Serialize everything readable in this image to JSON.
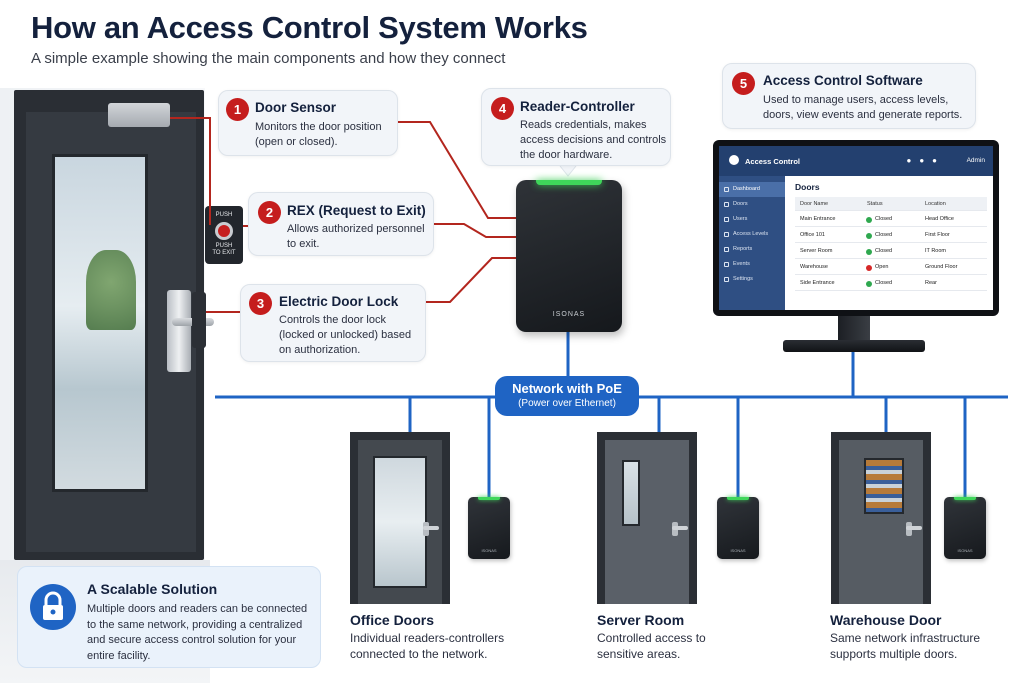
{
  "header": {
    "title": "How an Access Control System Works",
    "subtitle": "A simple example showing the main components and how they connect"
  },
  "callouts": [
    {
      "number": "1",
      "title": "Door Sensor",
      "description": "Monitors the door position\n(open or closed)."
    },
    {
      "number": "2",
      "title": "REX (Request to Exit)",
      "description": "Allows authorized personnel\nto exit."
    },
    {
      "number": "3",
      "title": "Electric Door Lock",
      "description": "Controls the door lock\n(locked or unlocked) based\non authorization."
    },
    {
      "number": "4",
      "title": "Reader-Controller",
      "description": "Reads credentials, makes\naccess decisions and controls\nthe door hardware."
    },
    {
      "number": "5",
      "title": "Access Control Software",
      "description": "Used to manage users, access levels,\ndoors, view events and generate reports."
    }
  ],
  "rex_device": {
    "line1": "PUSH",
    "line2": "PUSH\nTO EXIT"
  },
  "reader_brand": "ISONAS",
  "software": {
    "app_title": "Access Control",
    "user": "Admin",
    "sidebar": [
      "Dashboard",
      "Doors",
      "Users",
      "Access Levels",
      "Reports",
      "Events",
      "Settings"
    ],
    "panel_title": "Doors",
    "table": {
      "headers": [
        "Door Name",
        "Status",
        "Location"
      ],
      "rows": [
        {
          "name": "Main Entrance",
          "status": "Closed",
          "location": "Head Office",
          "status_color": "#2fa84f"
        },
        {
          "name": "Office 101",
          "status": "Closed",
          "location": "First Floor",
          "status_color": "#2fa84f"
        },
        {
          "name": "Server Room",
          "status": "Closed",
          "location": "IT Room",
          "status_color": "#2fa84f"
        },
        {
          "name": "Warehouse",
          "status": "Open",
          "location": "Ground Floor",
          "status_color": "#d62828"
        },
        {
          "name": "Side Entrance",
          "status": "Closed",
          "location": "Rear",
          "status_color": "#2fa84f"
        }
      ]
    }
  },
  "network": {
    "label": "Network with PoE",
    "sublabel": "(Power over Ethernet)"
  },
  "doors": [
    {
      "title": "Office Doors",
      "description": "Individual readers-controllers\nconnected to the network."
    },
    {
      "title": "Server Room",
      "description": "Controlled access to\nsensitive areas."
    },
    {
      "title": "Warehouse Door",
      "description": "Same network infrastructure\nsupports multiple doors."
    }
  ],
  "scalable": {
    "title": "A Scalable Solution",
    "description": "Multiple doors and readers can be connected\nto the same network, providing a centralized\nand secure access control solution for your\nentire facility."
  },
  "colors": {
    "accent_blue": "#1f64c4",
    "badge_red": "#c51d1d",
    "wire_red": "#b3261e",
    "led_green": "#3fd65a"
  }
}
